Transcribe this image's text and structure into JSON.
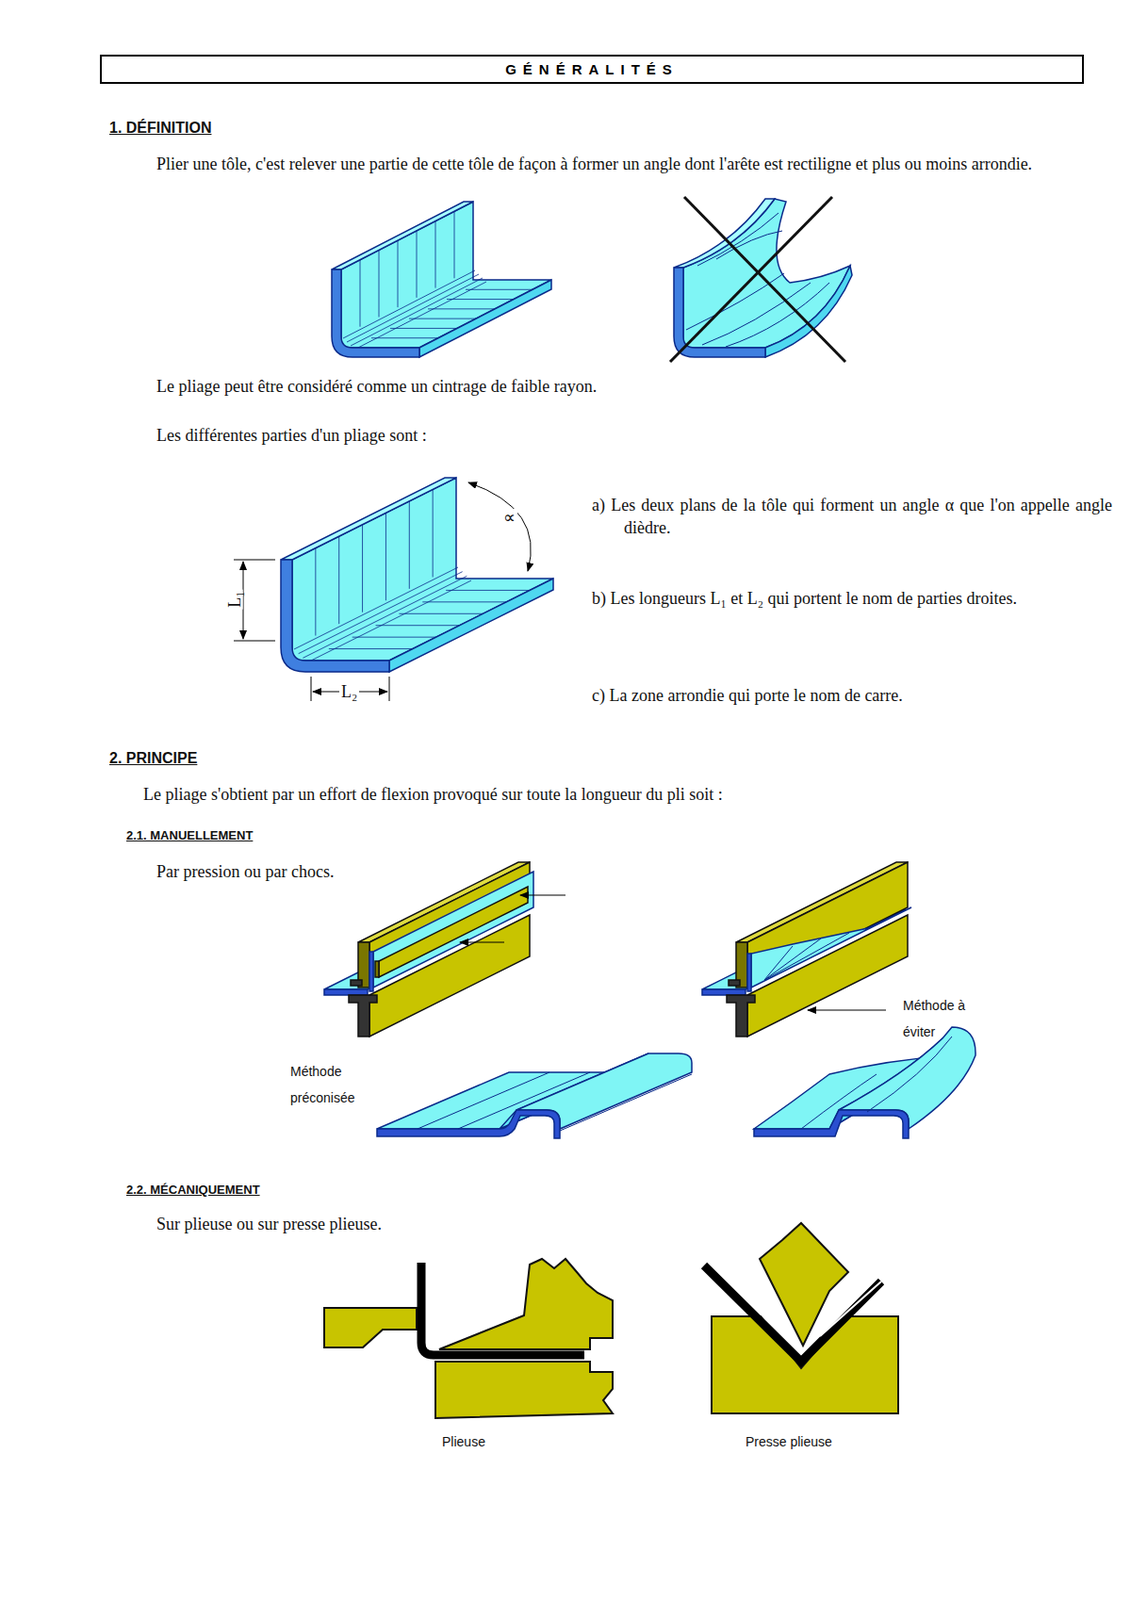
{
  "diagram": {
    "title": "GÉNÉRALITÉS",
    "labels": [
      "1. DÉFINITION",
      "Plier une tôle, c'est relever une partie de cette tôle de façon à former un angle dont l'arête est rectiligne et plus ou moins arrondie.",
      "Le pliage peut être considéré comme un cintrage de faible rayon.",
      "Les différentes parties d'un pliage sont :",
      "∝",
      "L₁",
      "L₂",
      "a) Les deux plans de la tôle qui forment un angle α que l'on appelle angle dièdre.",
      "b) Les longueurs L₁ et L₂ qui portent le nom de parties droites.",
      "c) La zone arrondie qui porte le nom de carre.",
      "2. PRINCIPE",
      "Le pliage s'obtient par un effort de flexion provoqué sur toute la longueur du pli soit :",
      "2.1. MANUELLEMENT",
      "Par pression ou par chocs.",
      "Méthode préconisée",
      "Méthode à éviter",
      "2.2. MÉCANIQUEMENT",
      "Sur plieuse ou sur presse plieuse.",
      "Plieuse",
      "Presse plieuse"
    ]
  }
}
